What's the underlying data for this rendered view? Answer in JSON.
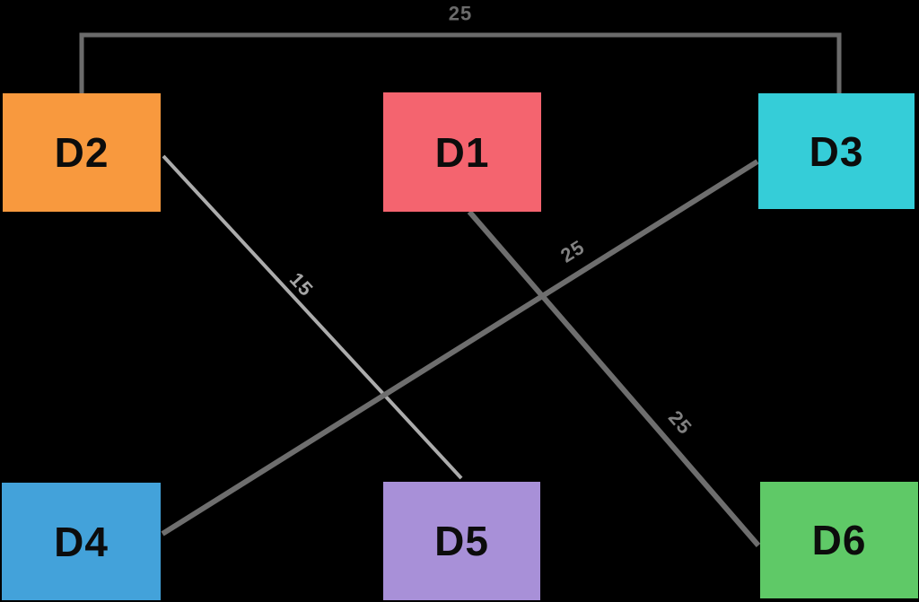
{
  "canvas": {
    "background": "#000000",
    "node_text_color": "#0c0c0c"
  },
  "graph": {
    "nodes": [
      {
        "id": "D2",
        "label": "D2",
        "color": "#F8993E",
        "position": "top-left"
      },
      {
        "id": "D1",
        "label": "D1",
        "color": "#F4646F",
        "position": "top-center"
      },
      {
        "id": "D3",
        "label": "D3",
        "color": "#35CDD8",
        "position": "top-right"
      },
      {
        "id": "D4",
        "label": "D4",
        "color": "#43A2DA",
        "position": "bottom-left"
      },
      {
        "id": "D5",
        "label": "D5",
        "color": "#A890D8",
        "position": "bottom-center"
      },
      {
        "id": "D6",
        "label": "D6",
        "color": "#5FC967",
        "position": "bottom-right"
      }
    ],
    "edges": [
      {
        "from": "D2",
        "to": "D3",
        "weight": "25",
        "color": "#6B6B6B",
        "label_color": "#6B6B6B",
        "shape": "bracket-over-top"
      },
      {
        "from": "D2",
        "to": "D5",
        "weight": "15",
        "color": "#ACACAC",
        "label_color": "#A5A5A5",
        "shape": "straight"
      },
      {
        "from": "D4",
        "to": "D3",
        "weight": "25",
        "color": "#6E6E6E",
        "label_color": "#818181",
        "shape": "straight"
      },
      {
        "from": "D1",
        "to": "D6",
        "weight": "25",
        "color": "#6E6E6E",
        "label_color": "#818181",
        "shape": "straight"
      }
    ]
  }
}
